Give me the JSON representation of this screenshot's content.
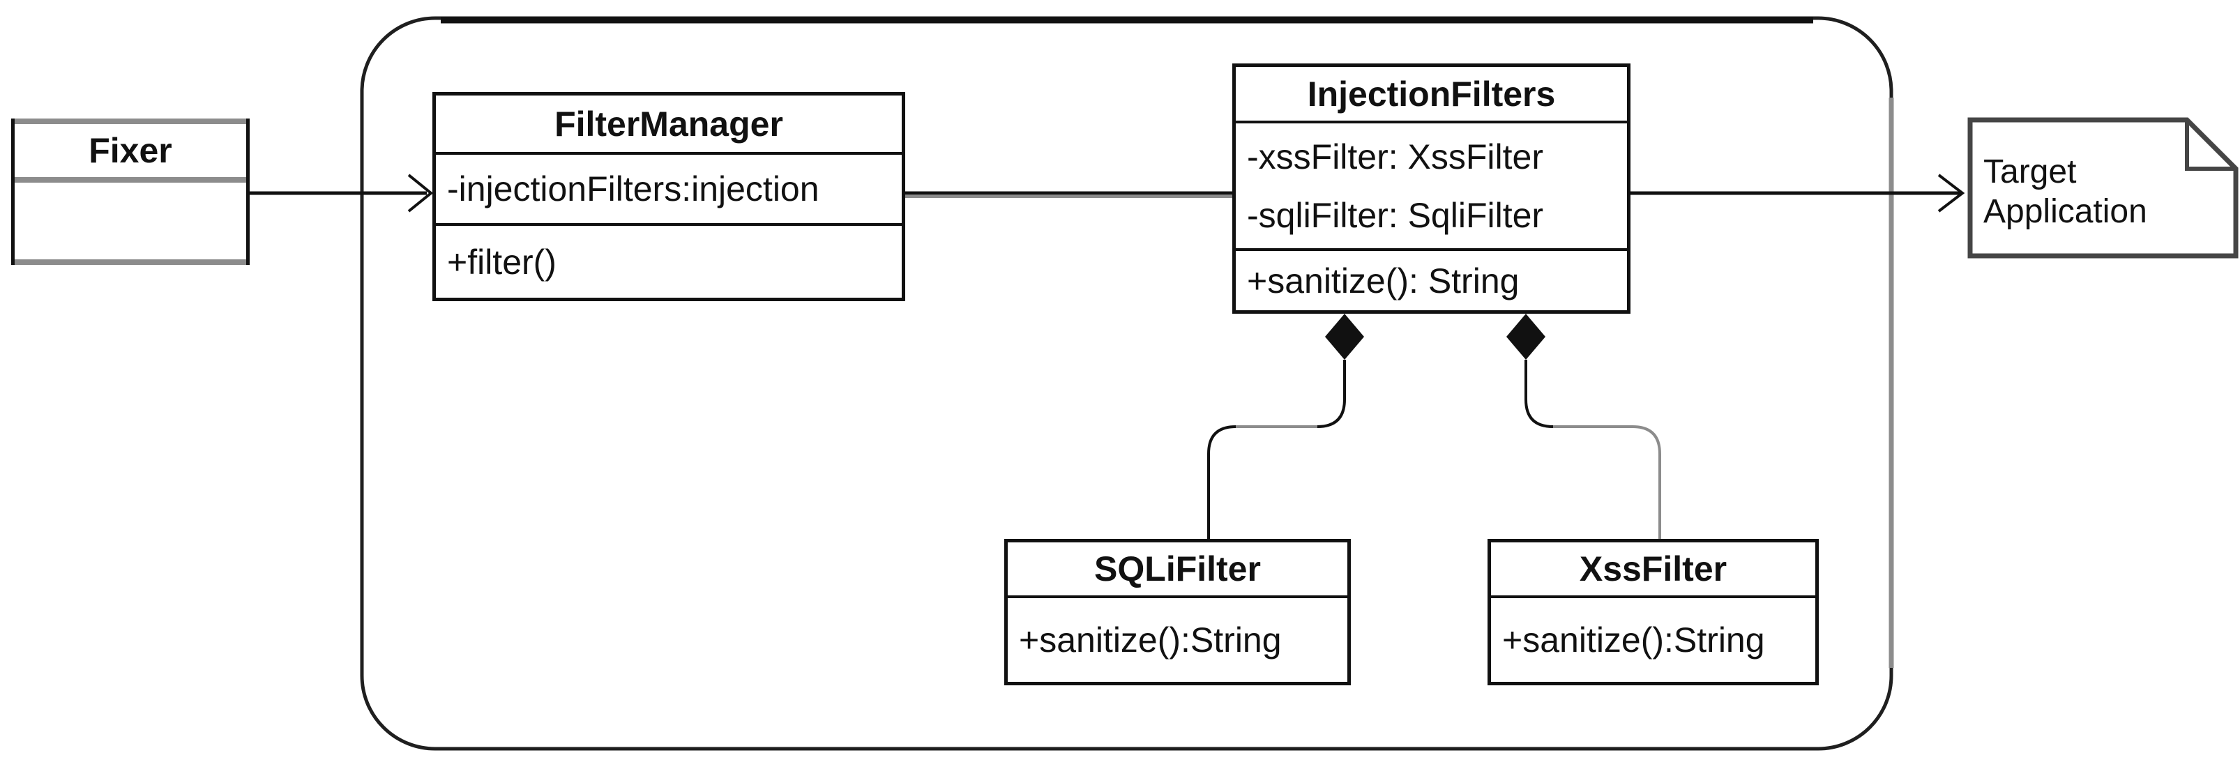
{
  "colors": {
    "ink": "#111111",
    "gray": "#8c8c8c",
    "note_border": "#454545",
    "background": "#ffffff"
  },
  "classes": {
    "fixer": {
      "name": "Fixer"
    },
    "filter_manager": {
      "name": "FilterManager",
      "attributes": [
        "-injectionFilters:injection"
      ],
      "methods": [
        "+filter()"
      ]
    },
    "injection_filters": {
      "name": "InjectionFilters",
      "attributes": [
        "-xssFilter: XssFilter",
        "-sqliFilter: SqliFilter"
      ],
      "methods": [
        "+sanitize(): String"
      ]
    },
    "sqli_filter": {
      "name": "SQLiFilter",
      "methods": [
        "+sanitize():String"
      ]
    },
    "xss_filter": {
      "name": "XssFilter",
      "methods": [
        "+sanitize():String"
      ]
    }
  },
  "note": {
    "line1": "Target",
    "line2": "Application"
  },
  "relationships": [
    {
      "from": "Fixer",
      "to": "FilterManager",
      "type": "directed-association"
    },
    {
      "from": "FilterManager",
      "to": "InjectionFilters",
      "type": "association"
    },
    {
      "from": "InjectionFilters",
      "to": "Target Application",
      "type": "directed-association"
    },
    {
      "from": "InjectionFilters",
      "to": "SQLiFilter",
      "type": "composition"
    },
    {
      "from": "InjectionFilters",
      "to": "XssFilter",
      "type": "composition"
    }
  ]
}
